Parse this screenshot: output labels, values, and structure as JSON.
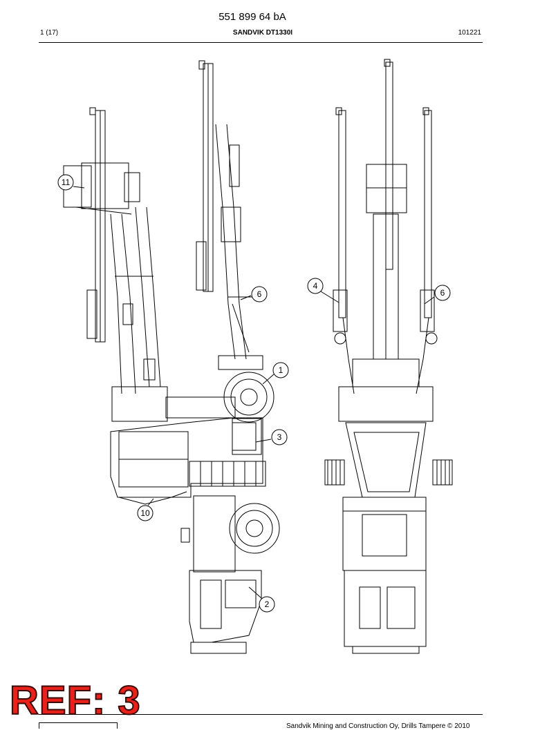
{
  "header": {
    "doc_number": "551 899 64 bA",
    "page": "1 (17)",
    "model": "SANDVIK DT1330I",
    "date_code": "101221"
  },
  "stamp": {
    "text": "REF: 3",
    "color": "#e8221a"
  },
  "footer": {
    "copyright": "Sandvik Mining and Construction Oy, Drills Tampere © 2010"
  },
  "callouts": {
    "c1": "1",
    "c2": "2",
    "c3": "3",
    "c4": "4",
    "c6a": "6",
    "c6b": "6",
    "c10": "10",
    "c11": "11"
  }
}
